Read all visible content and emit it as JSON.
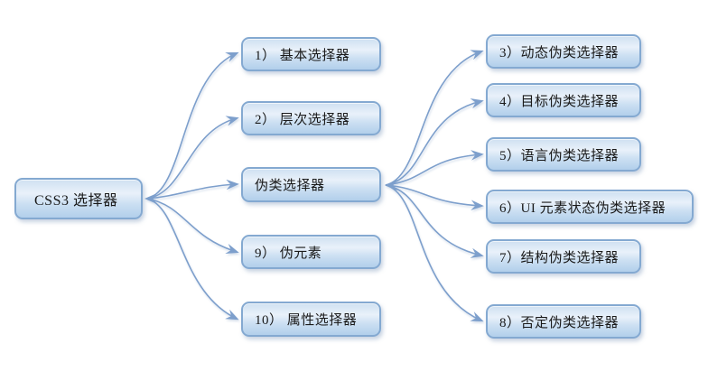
{
  "diagram": {
    "root": {
      "label": "CSS3 选择器"
    },
    "branches": [
      {
        "label": "1） 基本选择器"
      },
      {
        "label": "2） 层次选择器"
      },
      {
        "label": "伪类选择器"
      },
      {
        "label": "9） 伪元素"
      },
      {
        "label": "10） 属性选择器"
      }
    ],
    "pseudo_class_children": [
      {
        "label": "3）动态伪类选择器"
      },
      {
        "label": "4）目标伪类选择器"
      },
      {
        "label": "5）语言伪类选择器"
      },
      {
        "label": "6）UI 元素状态伪类选择器"
      },
      {
        "label": "7）结构伪类选择器"
      },
      {
        "label": "8）否定伪类选择器"
      }
    ],
    "colors": {
      "background": "#ffffff",
      "box_border": "#84a9d1",
      "box_fill_top": "#cfe0f1",
      "box_fill_mid": "#e9f1fa",
      "box_fill_low": "#cbdff2",
      "box_fill_bottom": "#b2cfeb",
      "connector": "#7d9fcc",
      "text": "#1a1a1a"
    }
  }
}
